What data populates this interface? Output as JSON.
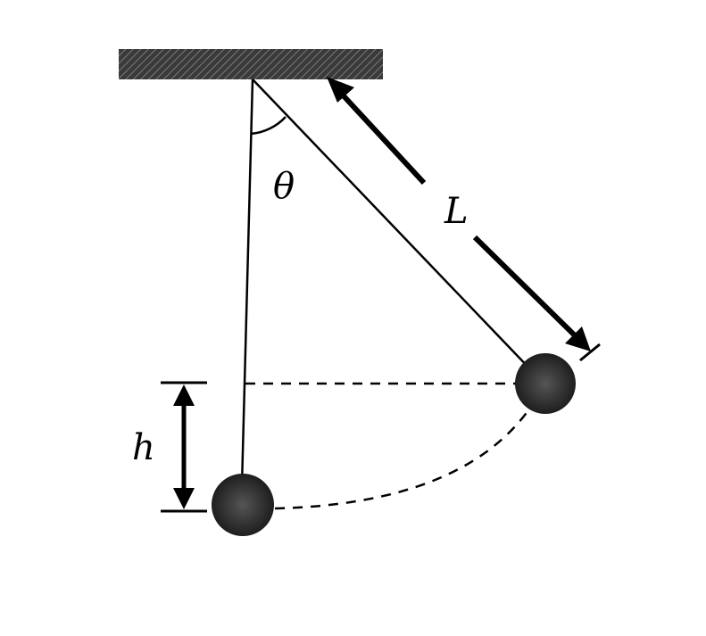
{
  "diagram": {
    "labels": {
      "angle": "θ",
      "length": "L",
      "height": "h"
    },
    "colors": {
      "ink": "#000000",
      "ceiling": "#3a3a3a",
      "bob": "#2a2a2a",
      "background": "#ffffff"
    },
    "icons": {
      "arrow": "arrowhead-icon"
    }
  }
}
